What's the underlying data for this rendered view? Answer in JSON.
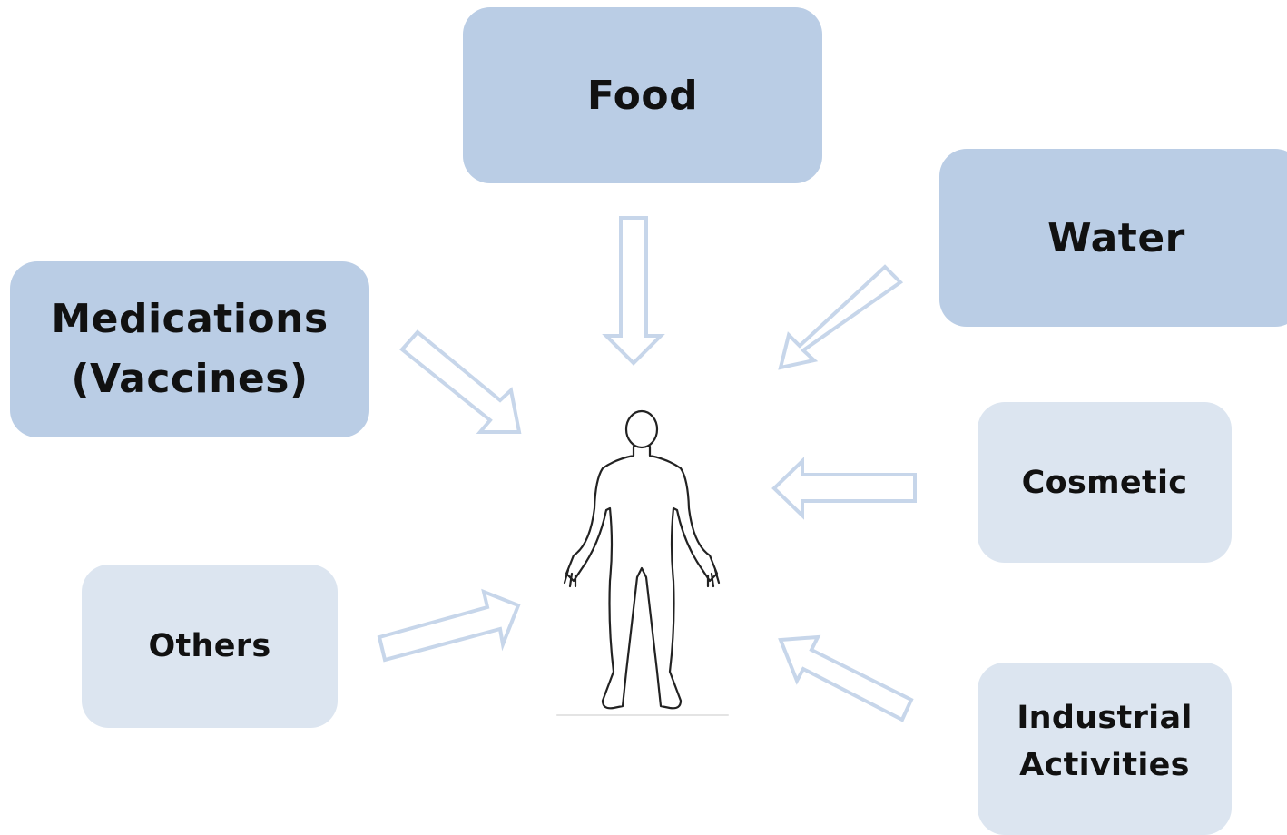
{
  "diagram": {
    "sources": {
      "food": "Food",
      "water": "Water",
      "medications_line1": "Medications",
      "medications_line2": "(Vaccines)",
      "cosmetic": "Cosmetic",
      "others": "Others",
      "industrial_line1": "Industrial",
      "industrial_line2": "Activities"
    },
    "colors": {
      "primary_box": "#bacde5",
      "secondary_box": "#dce5f0",
      "arrow": "#c7d6ea",
      "text": "#111111",
      "figure_outline": "#222222"
    },
    "center_icon": "human-body-outline-icon"
  }
}
